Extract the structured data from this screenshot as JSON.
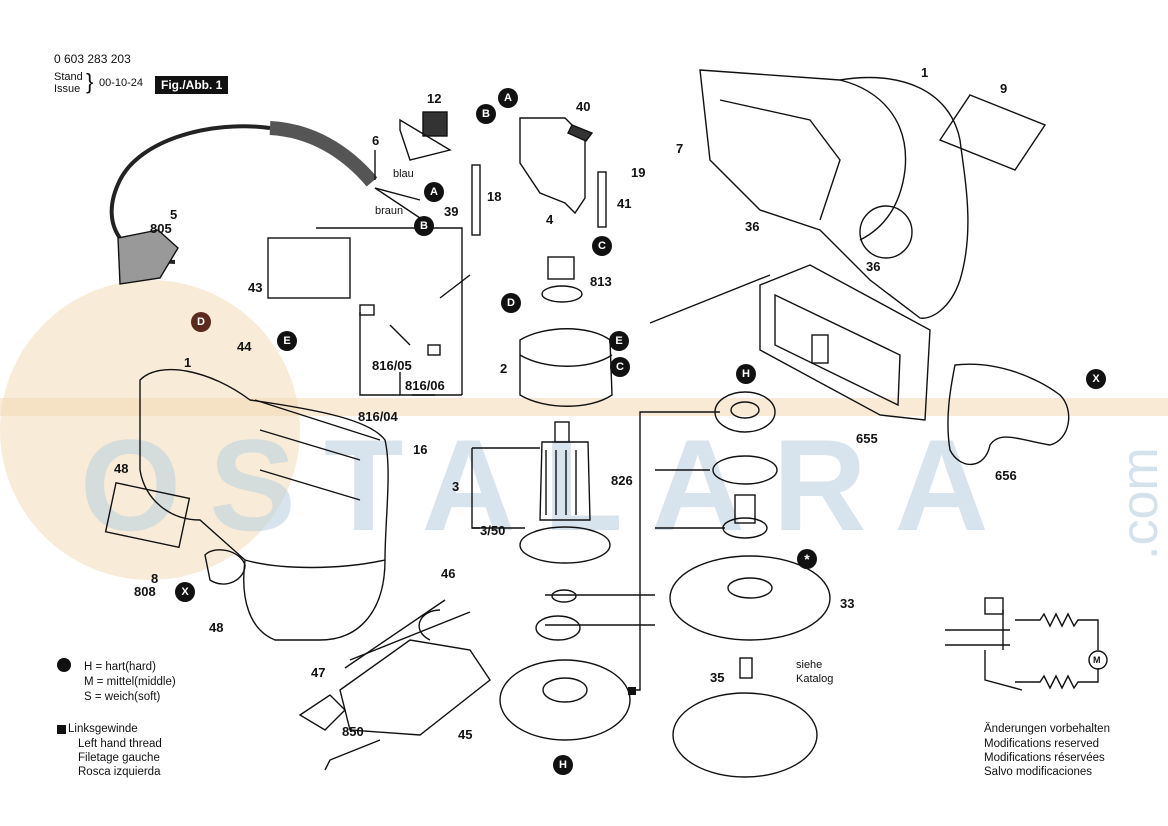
{
  "header": {
    "doc_number": "0 603 283 203",
    "stand": "Stand",
    "issue": "Issue",
    "date": "00-10-24",
    "figure": "Fig./Abb. 1"
  },
  "watermark": {
    "text": "OSTALARA",
    "suffix": ".com"
  },
  "wire_labels": {
    "blue": "blau",
    "brown": "braun"
  },
  "part_numbers": {
    "p1_top": "1",
    "p1_left": "1",
    "p2": "2",
    "p3": "3",
    "p3_50": "3/50",
    "p4": "4",
    "p5": "5",
    "p805": "805",
    "p6": "6",
    "p7": "7",
    "p8": "8",
    "p808": "808",
    "p9": "9",
    "p12": "12",
    "p16": "16",
    "p18": "18",
    "p19": "19",
    "p33": "33",
    "p35": "35",
    "p36a": "36",
    "p36b": "36",
    "p39": "39",
    "p40": "40",
    "p41": "41",
    "p43": "43",
    "p44": "44",
    "p45": "45",
    "p46": "46",
    "p47": "47",
    "p48a": "48",
    "p48b": "48",
    "p655": "655",
    "p656": "656",
    "p813": "813",
    "p816_05": "816/05",
    "p816_06": "816/06",
    "p816_04": "816/04",
    "p826": "826",
    "p850": "850"
  },
  "callouts": {
    "A1": "A",
    "A2": "A",
    "B1": "B",
    "B2": "B",
    "C1": "C",
    "C2": "C",
    "D1": "D",
    "D2": "D",
    "E1": "E",
    "E2": "E",
    "H1": "H",
    "H2": "H",
    "X1": "X",
    "X2": "X"
  },
  "catalog_note": [
    "siehe",
    "Katalog"
  ],
  "hardness_legend": [
    "H  =  hart(hard)",
    "M  =  mittel(middle)",
    "S  =  weich(soft)"
  ],
  "thread_legend": [
    "Linksgewinde",
    "Left hand thread",
    "Filetage gauche",
    "Rosca izquierda"
  ],
  "modifications": [
    "Änderungen vorbehalten",
    "Modifications reserved",
    "Modifications réservées",
    "Salvo modificaciones"
  ],
  "colors": {
    "ink": "#111111",
    "watermark": "#b9cfe0",
    "watermark_orange": "#f3dcb8",
    "callout_d": "#5a2a1e"
  }
}
